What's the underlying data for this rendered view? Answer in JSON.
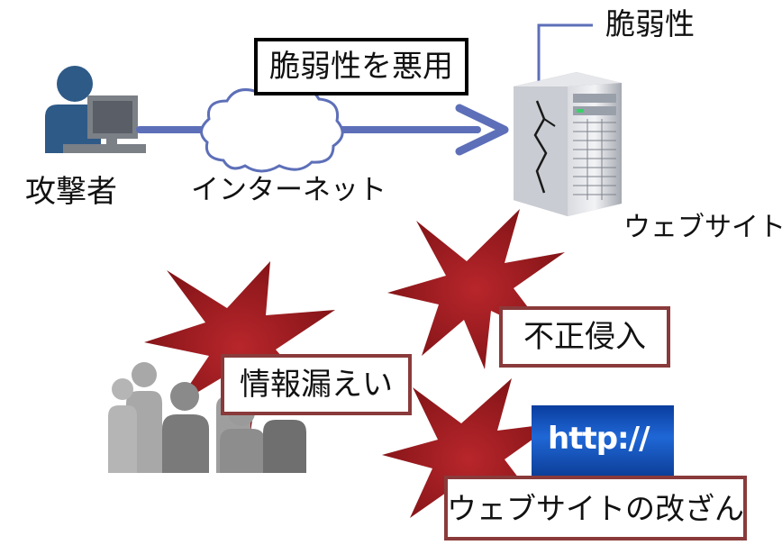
{
  "labels": {
    "attacker": "攻撃者",
    "internet": "インターネット",
    "vulnerability": "脆弱性",
    "website": "ウェブサイト"
  },
  "callouts": {
    "exploit": "脆弱性を悪用",
    "intrusion": "不正侵入",
    "leak": "情報漏えい",
    "tamper": "ウェブサイトの改ざん"
  },
  "banner": {
    "text": "http://"
  },
  "colors": {
    "arrow": "#5d6fb8",
    "burst": "#9c1b1f",
    "callout_border": "#8a3a3a",
    "attacker": "#2e5a87",
    "server": "#b8bcc4",
    "people": "#8a8a8a",
    "banner": "#1f67d6"
  },
  "icons": {
    "attacker": "person-at-computer-icon",
    "server": "server-tower-icon",
    "people": "people-group-icon",
    "cloud": "cloud-icon"
  }
}
